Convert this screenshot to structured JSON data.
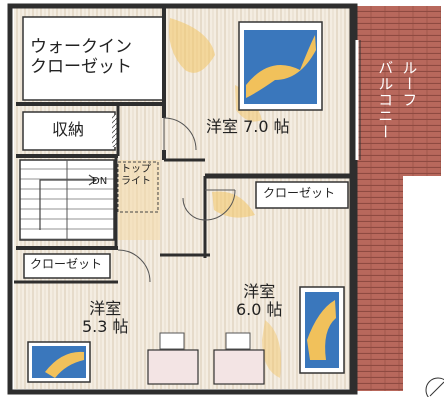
{
  "plan": {
    "rooms": {
      "walk_in_closet": {
        "line1": "ウォークイン",
        "line2": "クローゼット"
      },
      "storage": "収納",
      "stair_dn": "DN",
      "skylight": {
        "line1": "トップ",
        "line2": "ライト"
      },
      "closet_a": "クローゼット",
      "closet_b": "クローゼット",
      "western_room_1": {
        "line1": "洋室",
        "line2": "7.0 帖"
      },
      "western_room_2": {
        "line1": "洋室",
        "line2": "6.0 帖"
      },
      "western_room_3": {
        "line1": "洋室",
        "line2": "5.3 帖"
      },
      "roof_balcony": {
        "col1": "ルーフ",
        "col2": "バルコニー"
      }
    },
    "colors": {
      "wall": "#2e2e2e",
      "wood_floor": "#efe6d8",
      "balcony_deck": "#b5675c",
      "bed_blue": "#2d6db0",
      "sunlight": "#f1c15b"
    }
  }
}
